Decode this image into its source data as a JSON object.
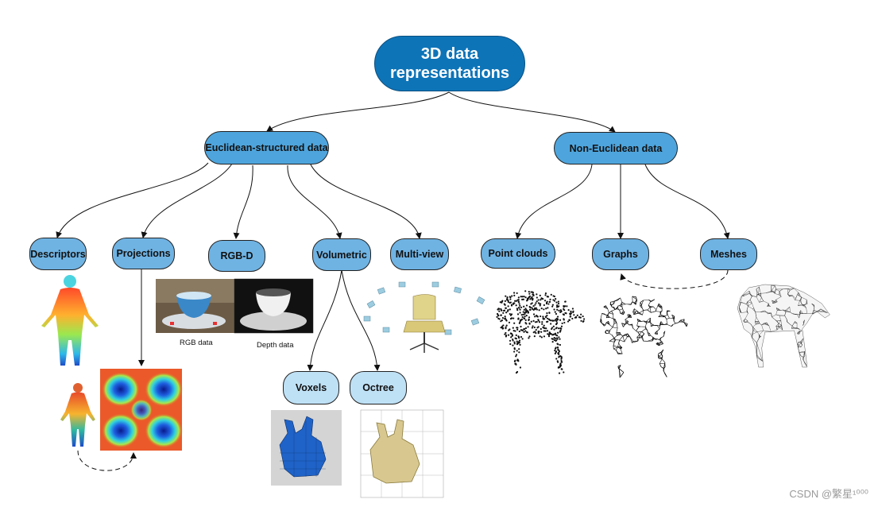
{
  "root": "3D data\nrepresentations",
  "branches": {
    "euclidean": "Euclidean-structured data",
    "non_euclidean": "Non-Euclidean data"
  },
  "leaves": {
    "descriptors": "Descriptors",
    "projections": "Projections",
    "rgbd": "RGB-D",
    "volumetric": "Volumetric",
    "multiview": "Multi-view",
    "pointclouds": "Point clouds",
    "graphs": "Graphs",
    "meshes": "Meshes"
  },
  "sub_leaves": {
    "voxels": "Voxels",
    "octree": "Octree"
  },
  "captions": {
    "rgb": "RGB data",
    "depth": "Depth data"
  },
  "watermark": "CSDN @繁星¹⁰⁰⁰",
  "colors": {
    "root_fill": "#0e74b8",
    "branch_fill": "#4ea5dd",
    "leaf_fill": "#6fb3e3",
    "subleaf_fill": "#bfe1f6"
  }
}
